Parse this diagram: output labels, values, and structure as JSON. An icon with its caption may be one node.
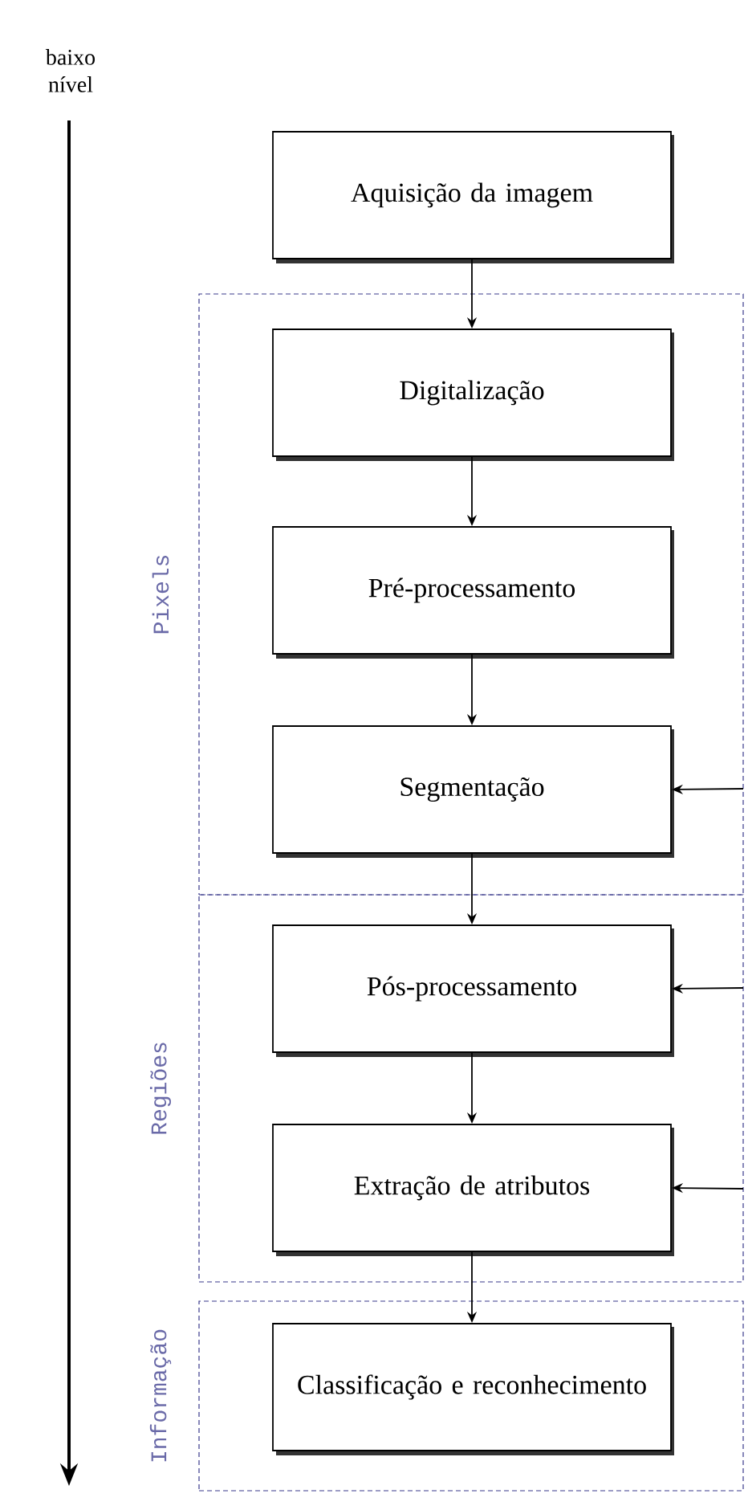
{
  "diagram": {
    "nodes": [
      {
        "text": [
          "Aquisição da imagem"
        ]
      },
      {
        "text": [
          "Pixels"
        ]
      },
      {
        "text": [
          "Digitalização"
        ],
        "in": 1
      },
      {
        "text": [
          "Pré-processamento"
        ],
        "in": 1
      },
      {
        "text": [
          "Segmentação"
        ],
        "in": 1
      },
      {
        "text": [
          "Regiões"
        ]
      },
      {
        "text": [
          "Pós-processamento"
        ],
        "in": 5
      },
      {
        "text": [
          "Extração de atributos"
        ],
        "in": 5
      },
      {
        "text": [
          "Informação"
        ]
      },
      {
        "text": [
          "Classificação e reconhecimento"
        ],
        "in": 8
      }
    ],
    "edges": [
      {
        "from": 0,
        "to": 2,
        "arrow": "to"
      },
      {
        "from": 2,
        "to": 3,
        "arrow": "to"
      },
      {
        "from": 3,
        "to": 4,
        "arrow": "to"
      },
      {
        "from": 4,
        "to": 6,
        "arrow": "to"
      },
      {
        "from": 6,
        "to": 7,
        "arrow": "to"
      },
      {
        "from": 7,
        "to": 9,
        "arrow": "to"
      },
      {
        "from": null,
        "to": 4,
        "arrow": "to"
      },
      {
        "from": null,
        "to": 6,
        "arrow": "to"
      },
      {
        "from": null,
        "to": 7,
        "arrow": "to"
      }
    ],
    "labels": [
      "baixo nível"
    ]
  }
}
